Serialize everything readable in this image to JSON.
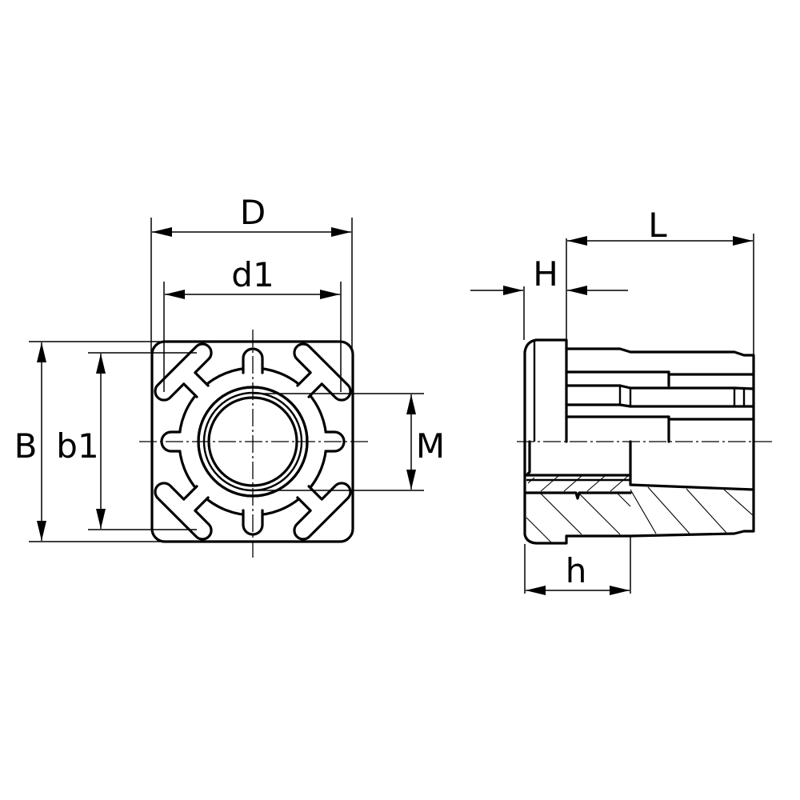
{
  "drawing": {
    "title": "Square tube insert with threaded bush — front view and side section",
    "views": [
      {
        "name": "front-view",
        "description": "End view of square insert with 8 radial ribs and threaded bore"
      },
      {
        "name": "side-section-view",
        "description": "Side view, half sectioned along centerline with hatching"
      }
    ],
    "front_view": {
      "dimensions": {
        "D": "D",
        "d1": "d1",
        "B": "B",
        "b1": "b1",
        "M": "M"
      }
    },
    "side_view": {
      "dimensions": {
        "L": "L",
        "H": "H",
        "h": "h"
      }
    },
    "colors": {
      "line": "#000000",
      "background": "#ffffff"
    }
  }
}
